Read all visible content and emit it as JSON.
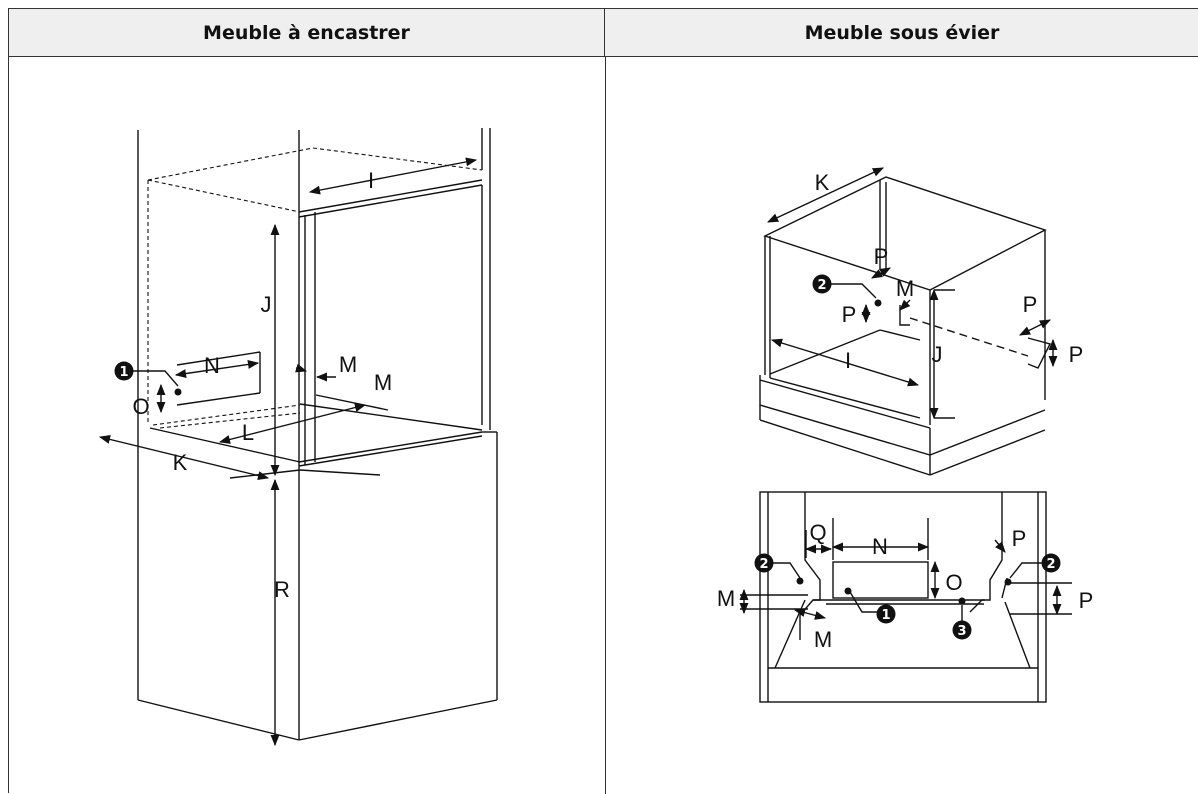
{
  "table": {
    "col_left_title": "Meuble à encastrer",
    "col_right_title": "Meuble sous évier"
  },
  "diagram_left": {
    "labels": {
      "I": "I",
      "J": "J",
      "K": "K",
      "L": "L",
      "M1": "M",
      "M2": "M",
      "N": "N",
      "O": "O",
      "R": "R"
    },
    "marker_1": "1"
  },
  "diagram_right_top": {
    "labels": {
      "K": "K",
      "I": "I",
      "J": "J",
      "M": "M",
      "P1": "P",
      "P2": "P",
      "P3": "P",
      "P4": "P"
    },
    "marker_2": "2"
  },
  "diagram_right_bottom": {
    "labels": {
      "Q": "Q",
      "N": "N",
      "O": "O",
      "P1": "P",
      "P2": "P",
      "M1": "M",
      "M2": "M"
    },
    "marker_1": "1",
    "marker_2a": "2",
    "marker_2b": "2",
    "marker_3": "3"
  }
}
